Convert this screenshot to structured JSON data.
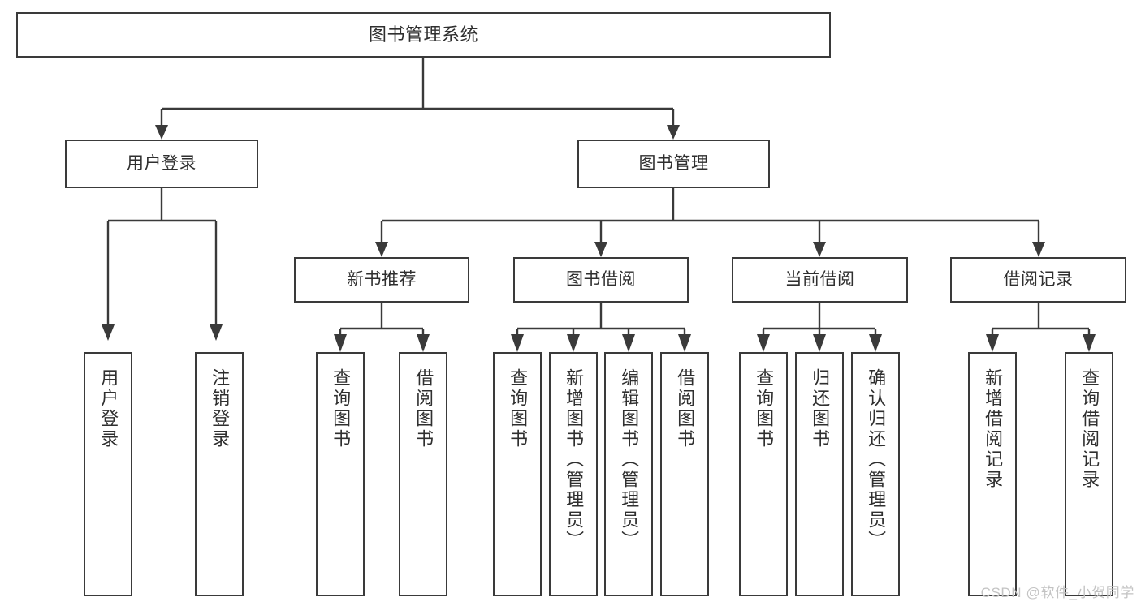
{
  "diagram": {
    "type": "hierarchy-tree",
    "title": "图书管理系统",
    "watermark": "CSDN @软件_小贺同学",
    "colors": {
      "stroke": "#3a3a3a",
      "box_fill": "#ffffff",
      "text": "#2f2f2f",
      "watermark": "#c3c3c3",
      "background": "#ffffff"
    },
    "root": {
      "label": "图书管理系统"
    },
    "level1": [
      {
        "label": "用户登录"
      },
      {
        "label": "图书管理"
      }
    ],
    "level2": [
      {
        "label": "新书推荐"
      },
      {
        "label": "图书借阅"
      },
      {
        "label": "当前借阅"
      },
      {
        "label": "借阅记录"
      }
    ],
    "leaves": {
      "user_login": [
        {
          "label": "用户登录"
        },
        {
          "label": "注销登录"
        }
      ],
      "new_book_recommend": [
        {
          "label": "查询图书"
        },
        {
          "label": "借阅图书"
        }
      ],
      "book_borrow": [
        {
          "label": "查询图书"
        },
        {
          "label": "新增图书（管理员）"
        },
        {
          "label": "编辑图书（管理员）"
        },
        {
          "label": "借阅图书"
        }
      ],
      "current_borrow": [
        {
          "label": "查询图书"
        },
        {
          "label": "归还图书"
        },
        {
          "label": "确认归还（管理员）"
        }
      ],
      "borrow_record": [
        {
          "label": "新增借阅记录"
        },
        {
          "label": "查询借阅记录"
        }
      ]
    }
  }
}
